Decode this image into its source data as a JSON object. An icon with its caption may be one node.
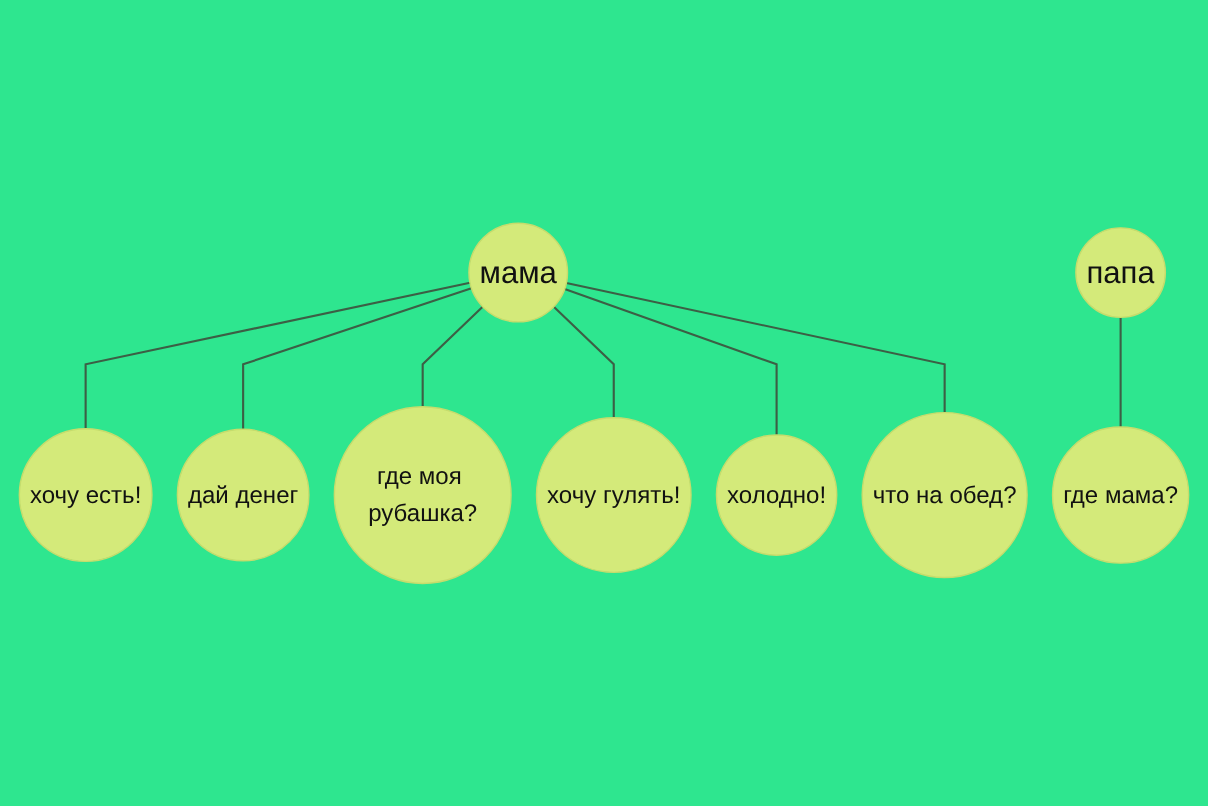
{
  "diagram": {
    "nodes": [
      {
        "text": [
          "мама"
        ]
      },
      {
        "text": [
          "хочу есть!"
        ]
      },
      {
        "text": [
          "дай денег"
        ]
      },
      {
        "text": [
          "где моя рубашка?"
        ]
      },
      {
        "text": [
          "хочу гулять!"
        ]
      },
      {
        "text": [
          "холодно!"
        ]
      },
      {
        "text": [
          "что на обед?"
        ]
      },
      {
        "text": [
          "папа"
        ]
      },
      {
        "text": [
          "где мама?"
        ]
      }
    ],
    "edges": [
      {
        "from": 0,
        "to": 1,
        "arrow": "none"
      },
      {
        "from": 0,
        "to": 2,
        "arrow": "none"
      },
      {
        "from": 0,
        "to": 3,
        "arrow": "none"
      },
      {
        "from": 0,
        "to": 4,
        "arrow": "none"
      },
      {
        "from": 0,
        "to": 5,
        "arrow": "none"
      },
      {
        "from": 0,
        "to": 6,
        "arrow": "none"
      },
      {
        "from": 7,
        "to": 8,
        "arrow": "none"
      }
    ]
  }
}
